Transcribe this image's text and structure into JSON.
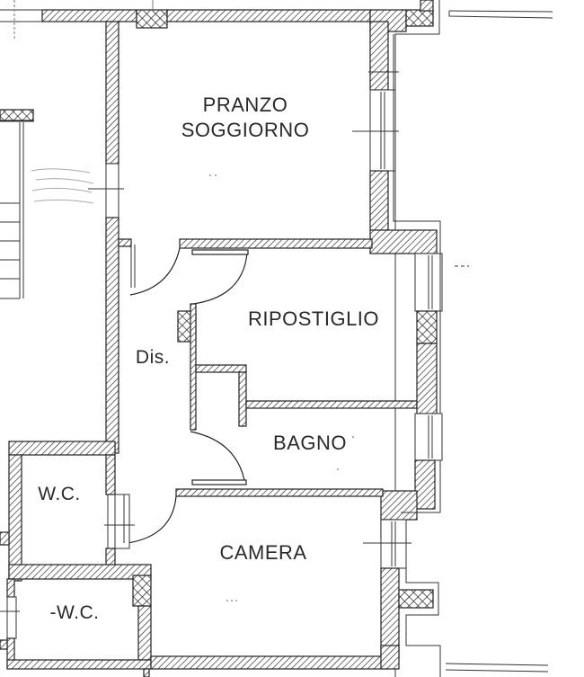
{
  "plan": {
    "type": "architectural floor plan",
    "colors": {
      "background": "#ffffff",
      "line": "#222222",
      "text": "#2a2a2a"
    },
    "rooms": [
      {
        "id": "pranzo-soggiorno",
        "label_line1": "PRANZO",
        "label_line2": "SOGGIORNO"
      },
      {
        "id": "ripostiglio",
        "label": "RIPOSTIGLIO"
      },
      {
        "id": "disimpegno",
        "label": "Dis."
      },
      {
        "id": "bagno",
        "label": "BAGNO"
      },
      {
        "id": "wc-upper",
        "label": "W.C."
      },
      {
        "id": "camera",
        "label": "CAMERA"
      },
      {
        "id": "wc-lower",
        "label": "-W.C."
      }
    ],
    "legend": {
      "hatch": "wall-section",
      "crosshatch": "structural-pillar"
    }
  }
}
